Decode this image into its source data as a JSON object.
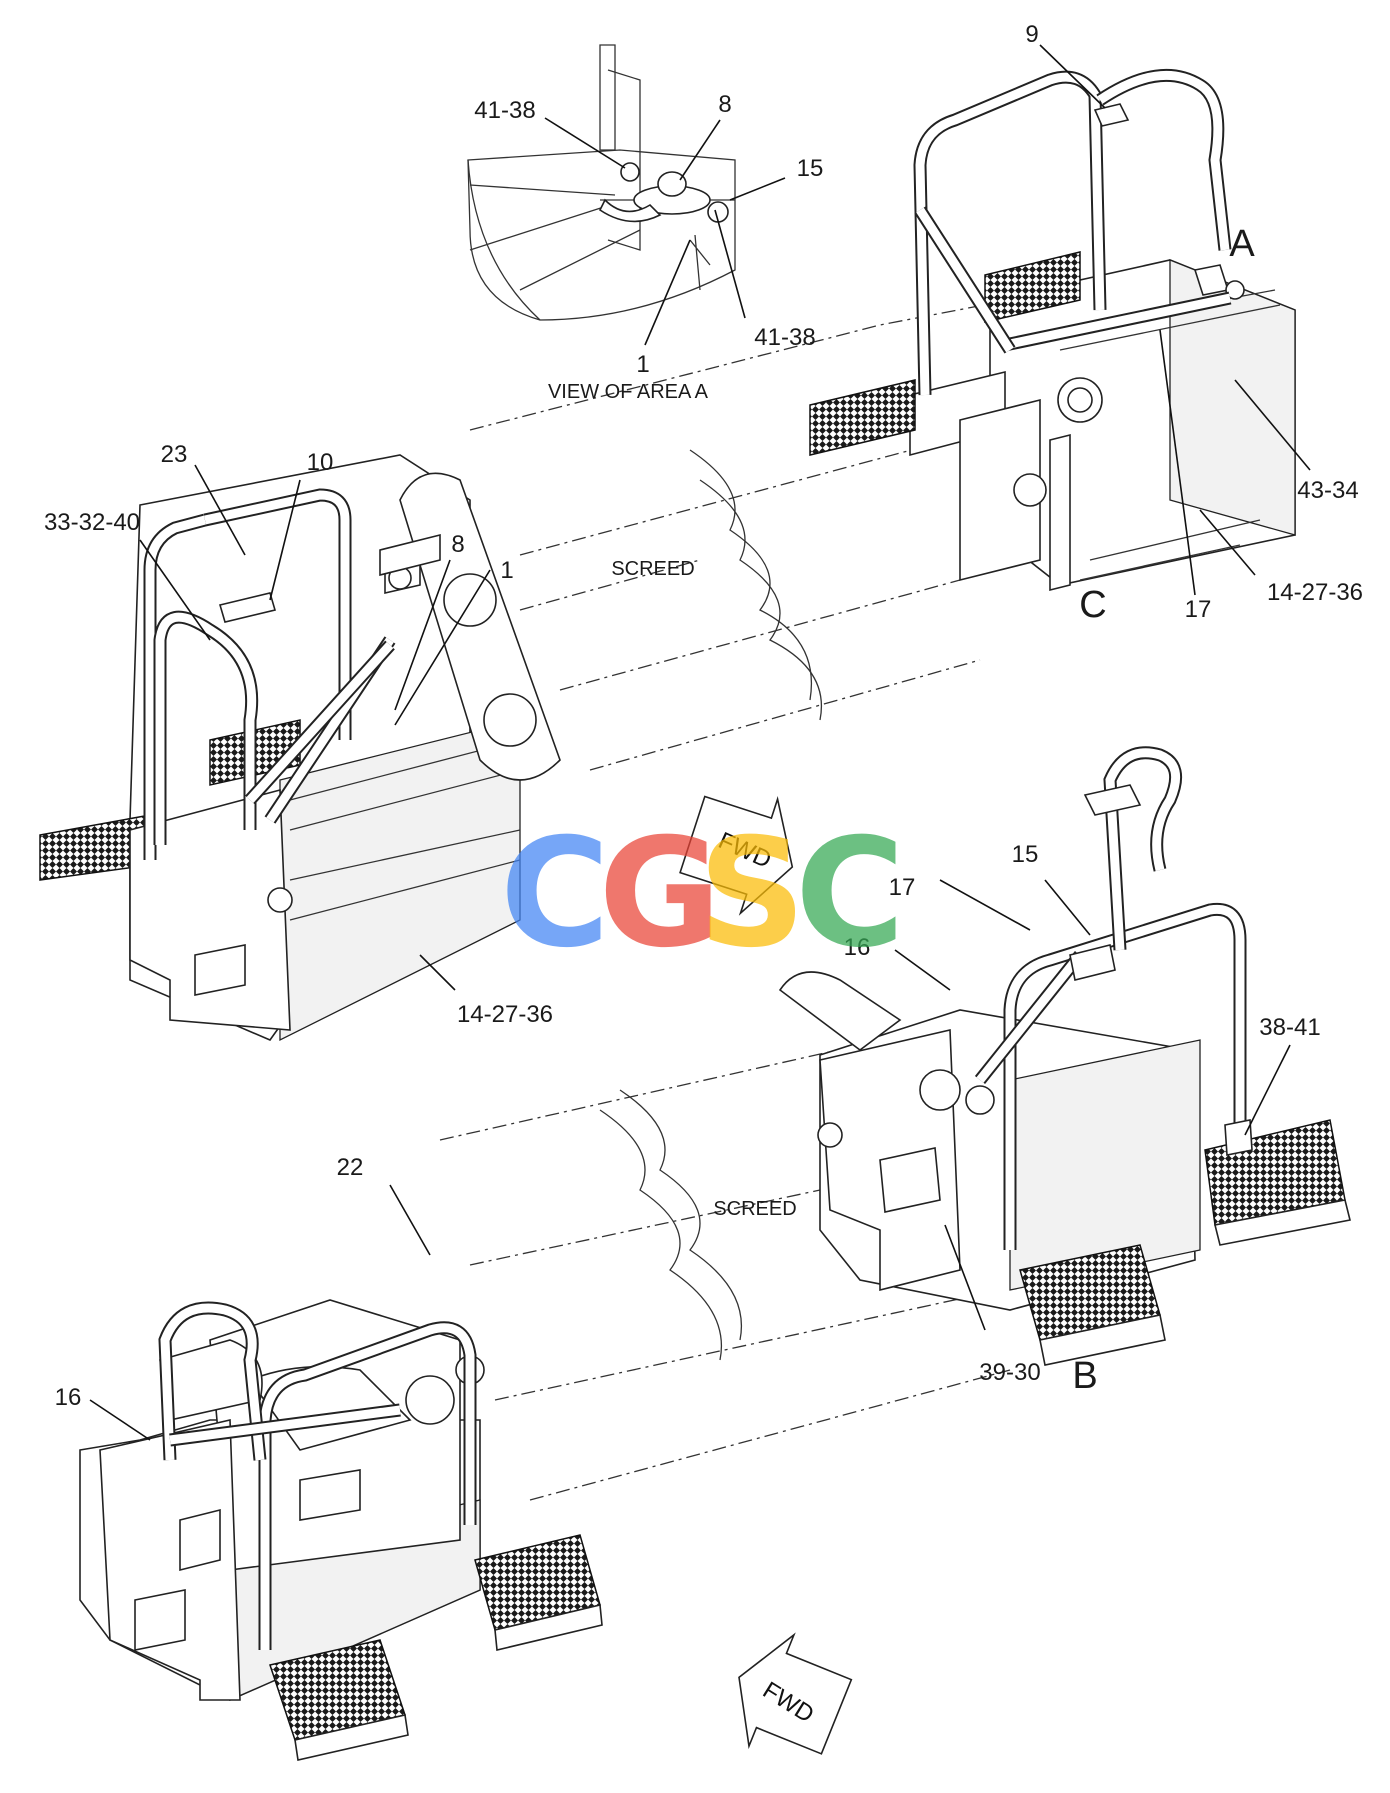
{
  "labels": {
    "l_41_38_top": "41-38",
    "l_8_top": "8",
    "l_15_top": "15",
    "l_41_38_bottom": "41-38",
    "l_1_view": "1",
    "view_caption": "VIEW OF AREA  A",
    "l_9": "9",
    "l_A": "A",
    "l_43_34": "43-34",
    "l_17_top": "17",
    "l_14_27_36_right": "14-27-36",
    "l_C": "C",
    "l_23": "23",
    "l_10": "10",
    "l_33_32_40": "33-32-40",
    "l_8_left": "8",
    "l_1_left": "1",
    "screed_top": "SCREED",
    "l_14_27_36_left": "14-27-36",
    "l_15_right": "15",
    "l_17_right": "17",
    "l_16_right": "16",
    "l_38_41": "38-41",
    "l_22": "22",
    "screed_bottom": "SCREED",
    "l_39_30": "39-30",
    "l_B": "B",
    "l_16_left": "16"
  },
  "fwd_arrows": [
    "FWD",
    "FWD"
  ],
  "watermark": {
    "letters": [
      "C",
      "G",
      "S",
      "C"
    ],
    "colors": [
      "#4285f4",
      "#ea4335",
      "#fbbc05",
      "#34a853"
    ]
  }
}
